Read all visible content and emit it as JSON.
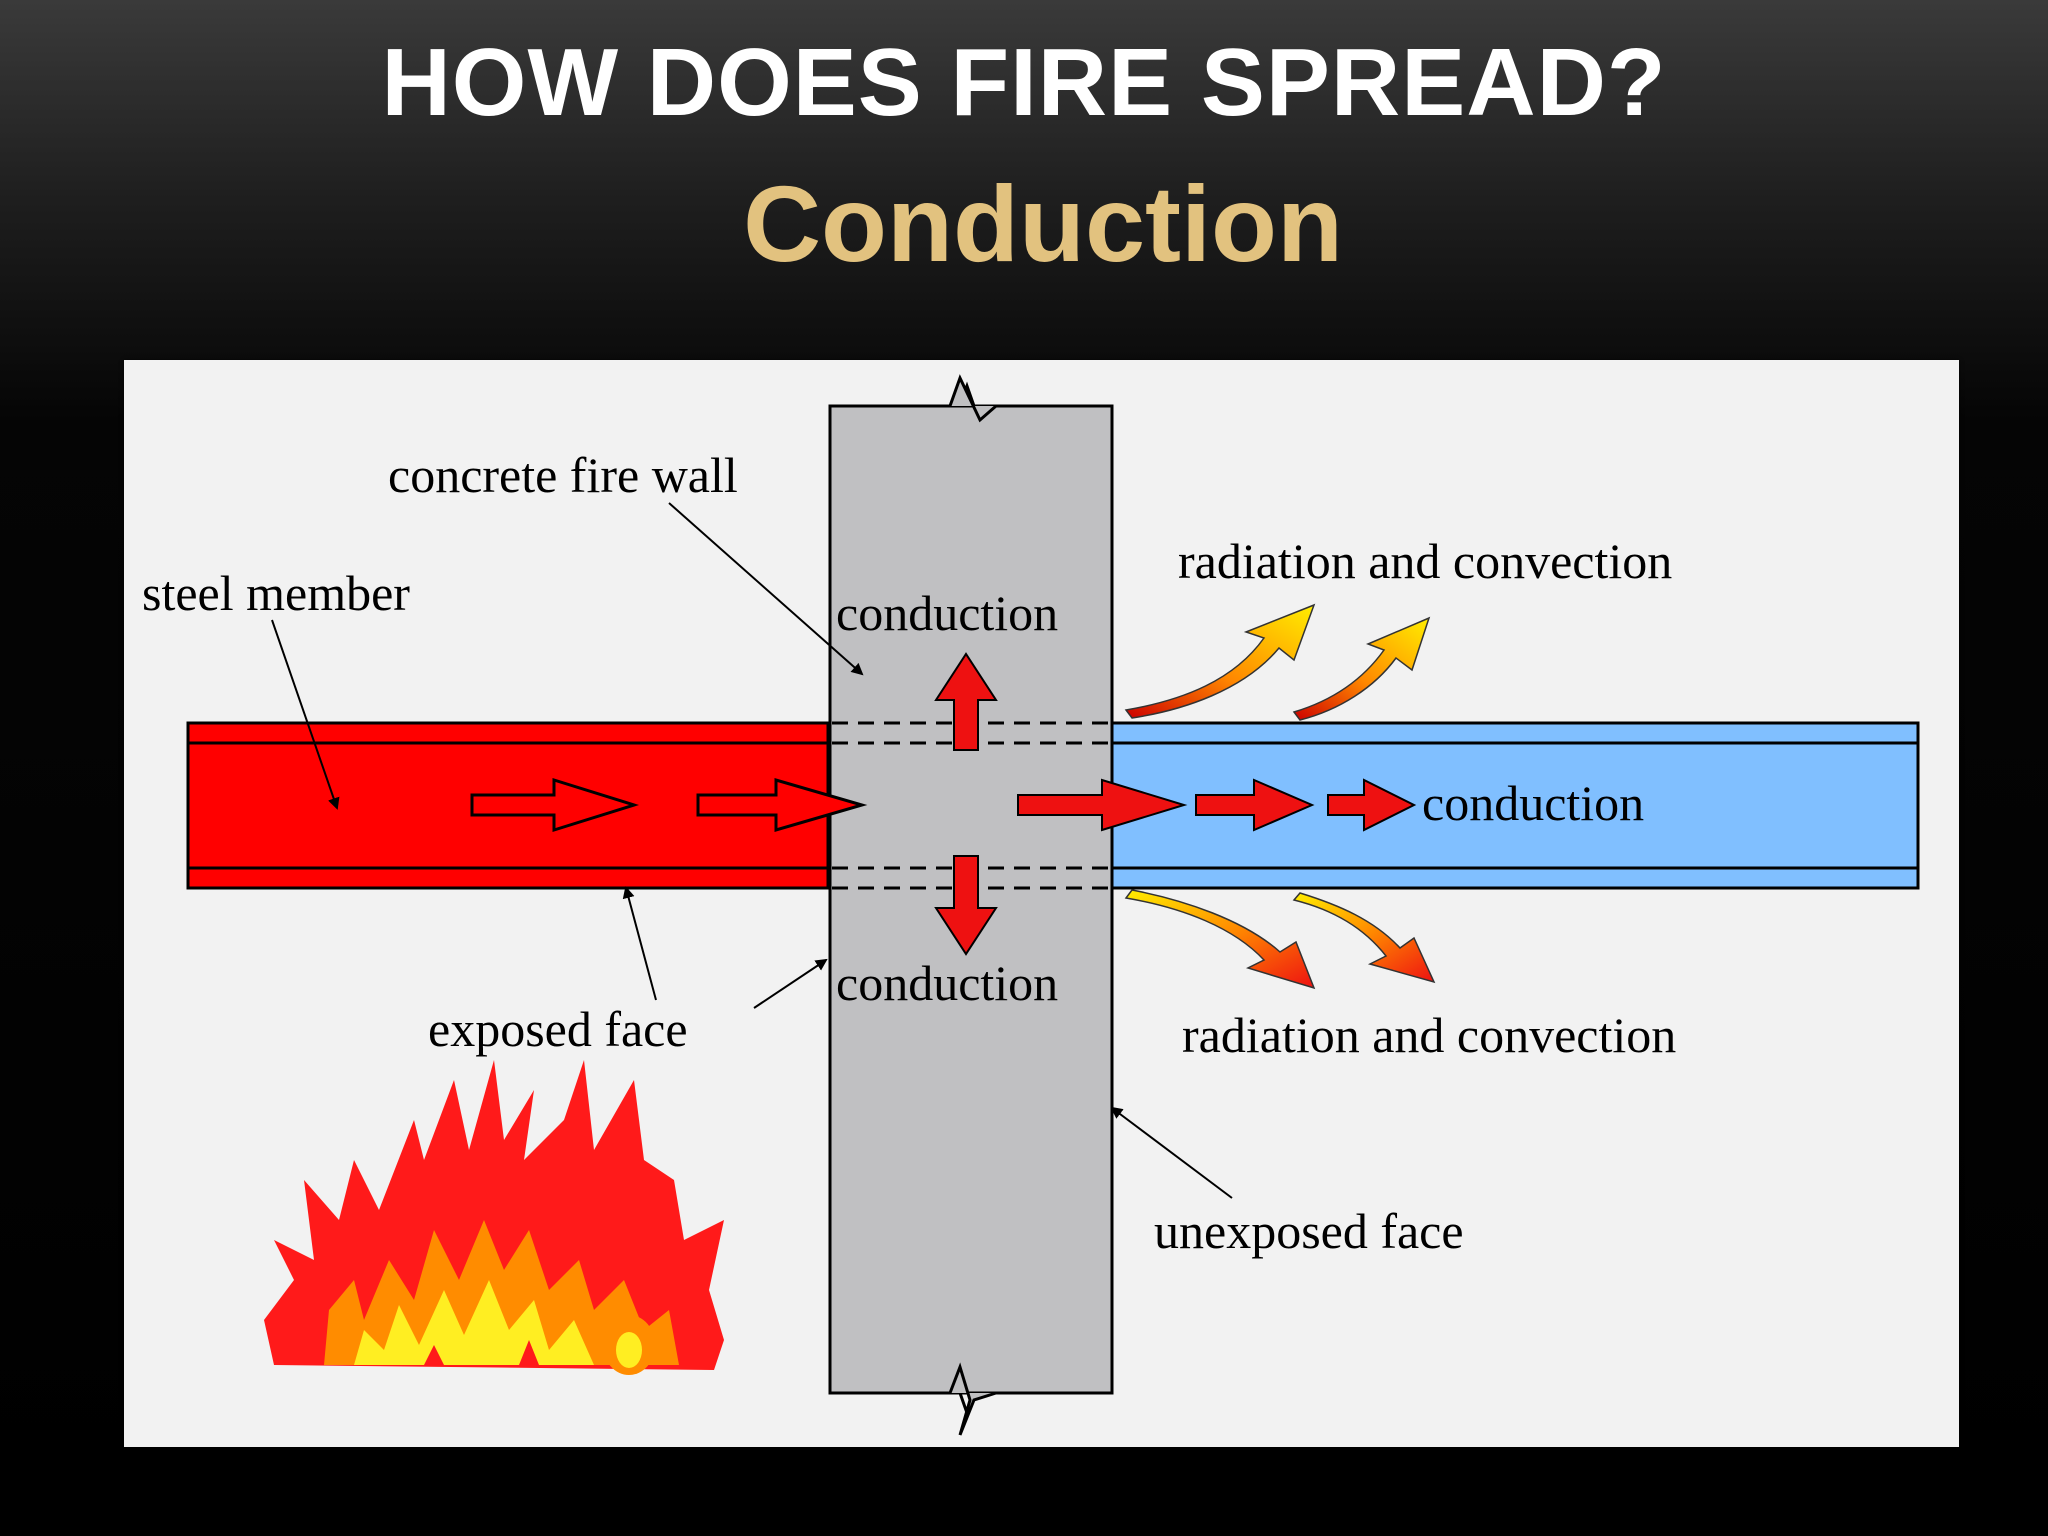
{
  "slide": {
    "title": "HOW DOES FIRE SPREAD?",
    "subtitle": "Conduction"
  },
  "diagram": {
    "labels": {
      "concrete_fire_wall": "concrete fire wall",
      "steel_member": "steel member",
      "conduction_top": "conduction",
      "conduction_bottom": "conduction",
      "conduction_right": "conduction",
      "radiation_top": "radiation and convection",
      "radiation_bottom": "radiation and convection",
      "exposed_face": "exposed face",
      "unexposed_face": "unexposed face"
    },
    "colors": {
      "steel_hot": "#ff0000",
      "steel_cool": "#80bfff",
      "wall": "#c0c0c2",
      "arrow": "#ee1111",
      "flame_outer": "#ff1a1a",
      "flame_mid": "#ff8c00",
      "flame_inner": "#ffee22"
    }
  }
}
